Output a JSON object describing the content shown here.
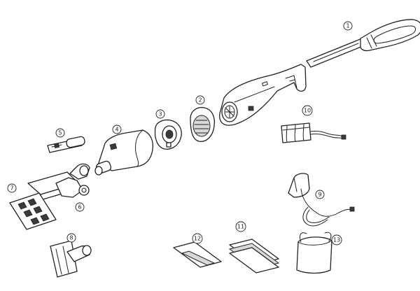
{
  "callouts": {
    "c1": "1",
    "c2": "2",
    "c3": "3",
    "c4": "4",
    "c5": "5",
    "c6": "6",
    "c7": "7",
    "c8": "8",
    "c9": "9",
    "c10": "10",
    "c11": "11",
    "c12": "12",
    "c13": "13"
  },
  "colors": {
    "line": "#222222",
    "fill": "#ffffff",
    "dark": "#3a3a3a",
    "shade": "#d8d8d8"
  }
}
